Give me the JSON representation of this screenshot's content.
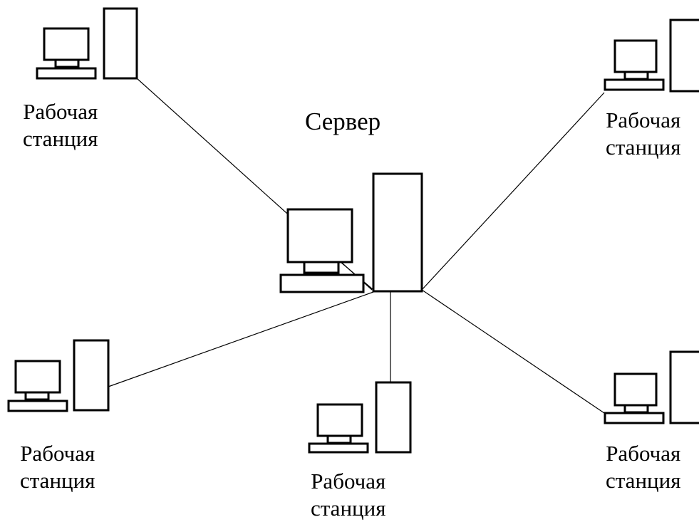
{
  "colors": {
    "background": "#ffffff",
    "ink": "#000000"
  },
  "server": {
    "title": "Сервер",
    "icon": "server-computer-icon"
  },
  "workstations": [
    {
      "id": "top-left",
      "label_line1": "Рабочая",
      "label_line2": "станция",
      "icon": "workstation-computer-icon"
    },
    {
      "id": "top-right",
      "label_line1": "Рабочая",
      "label_line2": "станция",
      "icon": "workstation-computer-icon"
    },
    {
      "id": "bottom-left",
      "label_line1": "Рабочая",
      "label_line2": "станция",
      "icon": "workstation-computer-icon"
    },
    {
      "id": "bottom-center",
      "label_line1": "Рабочая",
      "label_line2": "станция",
      "icon": "workstation-computer-icon"
    },
    {
      "id": "bottom-right",
      "label_line1": "Рабочая",
      "label_line2": "станция",
      "icon": "workstation-computer-icon"
    }
  ],
  "topology": "star"
}
